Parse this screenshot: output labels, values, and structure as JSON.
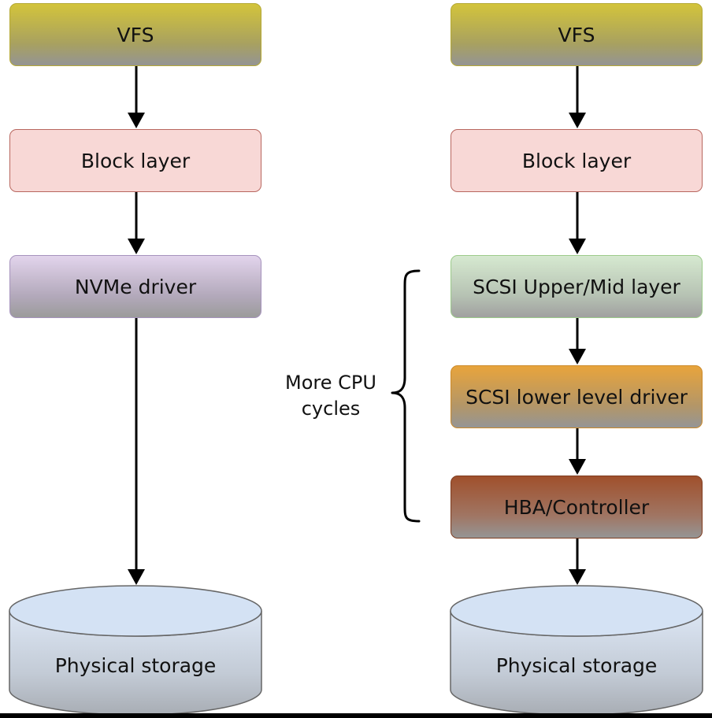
{
  "left_stack": {
    "vfs": "VFS",
    "block_layer": "Block layer",
    "nvme_driver": "NVMe driver",
    "storage": "Physical storage"
  },
  "right_stack": {
    "vfs": "VFS",
    "block_layer": "Block layer",
    "scsi_upper_mid": "SCSI Upper/Mid layer",
    "scsi_lower": "SCSI lower level driver",
    "hba": "HBA/Controller",
    "storage": "Physical storage"
  },
  "annotation": {
    "line1": "More CPU",
    "line2": "cycles"
  },
  "colors": {
    "vfs": "#d3c43b",
    "block_layer": "#f8d8d6",
    "nvme_driver": "#e2d4ec",
    "scsi_upper_mid": "#d6e9d0",
    "scsi_lower": "#e8a43c",
    "hba": "#a0502c",
    "storage": "#d4e2f4"
  }
}
